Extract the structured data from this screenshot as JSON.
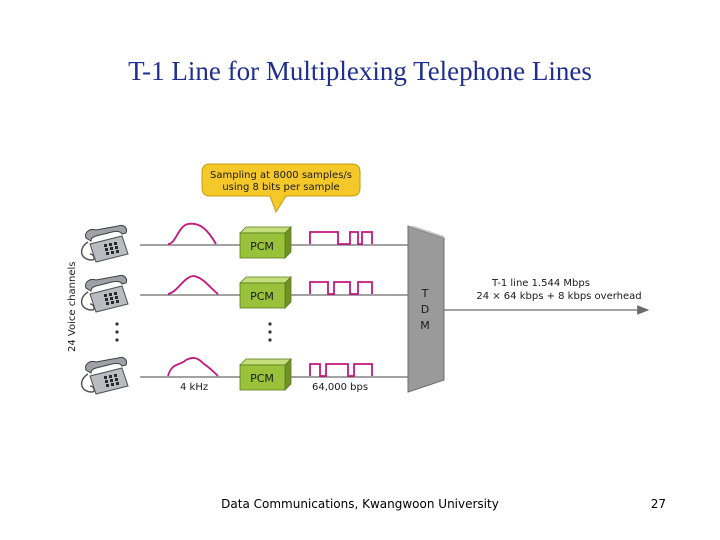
{
  "title": "T-1 Line for Multiplexing Telephone Lines",
  "callout": {
    "line1": "Sampling at 8000 samples/s",
    "line2": "using 8 bits per sample"
  },
  "pcm_label": "PCM",
  "vertical_label": "24 Voice channels",
  "analog_label": "4 kHz",
  "digital_label": "64,000 bps",
  "tdm_label": [
    "T",
    "D",
    "M"
  ],
  "output": {
    "line1": "T-1 line 1.544 Mbps",
    "line2": "24 × 64 kbps + 8 kbps overhead"
  },
  "footer": "Data Communications, Kwangwoon University",
  "page_number": "27",
  "colors": {
    "title": "#1f2e8f",
    "callout_fill": "#f5c82a",
    "pcm_fill": "#99c23a",
    "waveform": "#c2187f",
    "lines": "#6b6b6b"
  }
}
